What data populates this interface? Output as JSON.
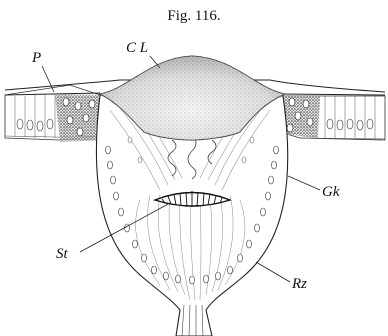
{
  "figure": {
    "caption": "Fig. 116.",
    "labels": {
      "cl": "C L",
      "p": "P",
      "gk": "Gk",
      "st": "St",
      "rz": "Rz"
    }
  }
}
